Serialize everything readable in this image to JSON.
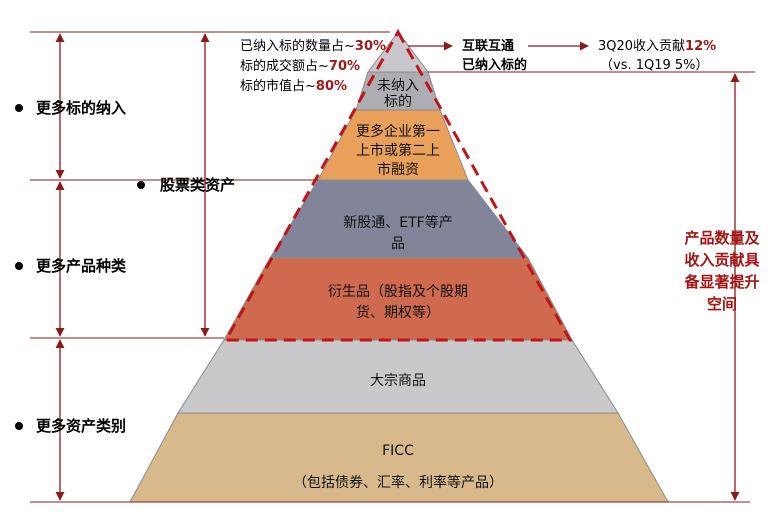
{
  "colors": {
    "dark_red": "#8b1a1a",
    "dashed_red": "#c0141a",
    "tier_top": "#c8c8cc",
    "tier_a": "#aeaeb2",
    "tier_b": "#e8a05a",
    "tier_c": "#82859a",
    "tier_d": "#cf6a4f",
    "tier_e": "#c9c9cb",
    "tier_f": "#d7b98b",
    "callout_text": "#a31515"
  },
  "left_labels": {
    "more_underlyings": "更多标的纳入",
    "equity_assets": "股票类资产",
    "more_products": "更多产品种类",
    "more_asset_classes": "更多资产类别"
  },
  "stats": {
    "line1_prefix": "已纳入标的数量占~",
    "line1_value": "30%",
    "line2_prefix": "标的成交额占~",
    "line2_value": "70%",
    "line3_prefix": "标的市值占~",
    "line3_value": "80%"
  },
  "connect": {
    "line1": "互联互通",
    "line2": "已纳入标的"
  },
  "revenue": {
    "line1_prefix": "3Q20收入贡献",
    "line1_value": "12%",
    "line2": "（vs. 1Q19 5%）"
  },
  "tiers": {
    "t1_line1": "未纳入",
    "t1_line2": "标的",
    "t2_line1": "更多企业第一",
    "t2_line2": "上市或第二上",
    "t2_line3": "市融资",
    "t3_line1": "新股通、ETF等产",
    "t3_line2": "品",
    "t4_line1": "衍生品（股指及个股期",
    "t4_line2": "货、期权等）",
    "t5": "大宗商品",
    "t6_line1": "FICC",
    "t6_line2": "（包括债券、汇率、利率等产品）"
  },
  "right_callout": {
    "line1": "产品数量及",
    "line2": "收入贡献具",
    "line3": "备显著提升",
    "line4": "空间"
  }
}
